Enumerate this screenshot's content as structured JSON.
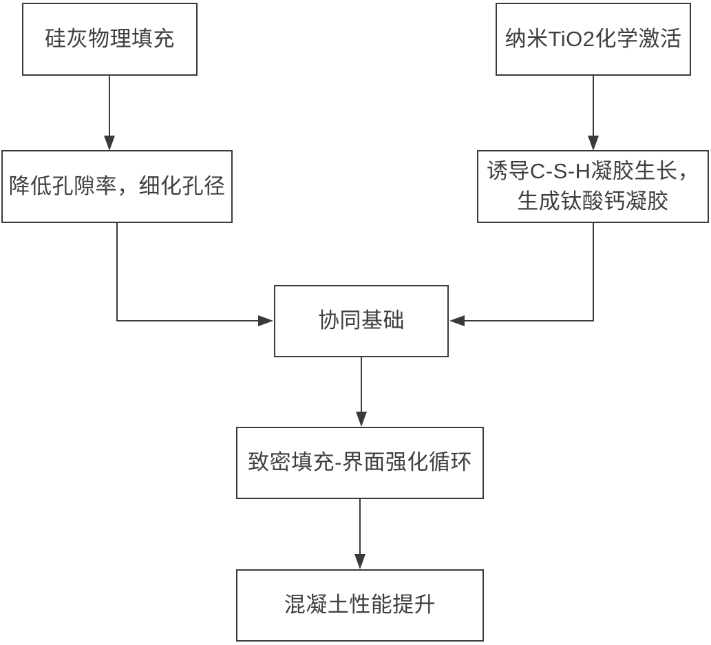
{
  "diagram": {
    "type": "flowchart",
    "background_color": "#ffffff",
    "stroke_color": "#3a3a3c",
    "text_color": "#3f3f3f",
    "nodes": [
      {
        "id": "silica-fume-physical-filling",
        "label": "硅灰物理填充"
      },
      {
        "id": "nano-tio2-chemical-activation",
        "label": "纳米TiO2化学激活"
      },
      {
        "id": "reduce-porosity-refine-pores",
        "label": "降低孔隙率，细化孔径"
      },
      {
        "id": "induce-csh-gel-growth",
        "label": "诱导C-S-H凝胶生长，\n生成钛酸钙凝胶"
      },
      {
        "id": "synergy-foundation",
        "label": "协同基础"
      },
      {
        "id": "dense-filling-interface-cycle",
        "label": "致密填充-界面强化循环"
      },
      {
        "id": "concrete-performance-improve",
        "label": "混凝土性能提升"
      }
    ],
    "edges": [
      {
        "from": "silica-fume-physical-filling",
        "to": "reduce-porosity-refine-pores"
      },
      {
        "from": "nano-tio2-chemical-activation",
        "to": "induce-csh-gel-growth"
      },
      {
        "from": "reduce-porosity-refine-pores",
        "to": "synergy-foundation"
      },
      {
        "from": "induce-csh-gel-growth",
        "to": "synergy-foundation"
      },
      {
        "from": "synergy-foundation",
        "to": "dense-filling-interface-cycle"
      },
      {
        "from": "dense-filling-interface-cycle",
        "to": "concrete-performance-improve"
      }
    ]
  }
}
